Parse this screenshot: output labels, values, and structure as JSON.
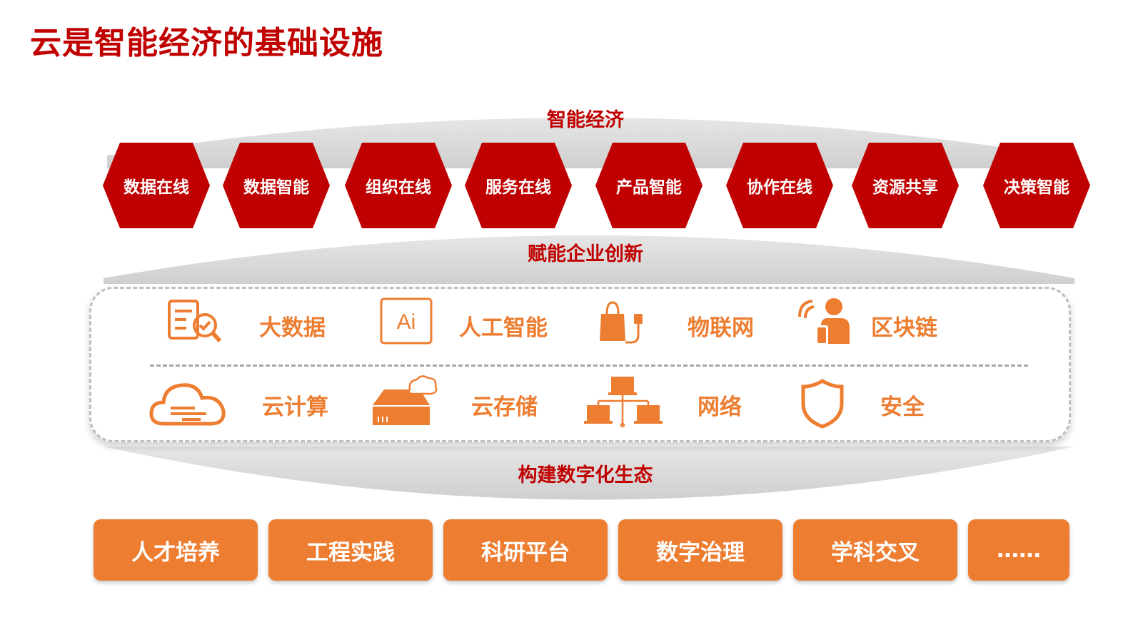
{
  "title": "云是智能经济的基础设施",
  "colors": {
    "primary_red": "#c00000",
    "accent_orange": "#ed7d31",
    "band_gray": "#d9d9d9"
  },
  "layers": {
    "top": "智能经济",
    "middle": "赋能企业创新",
    "bottom": "构建数字化生态"
  },
  "economy_items": [
    "数据在线",
    "数据智能",
    "组织在线",
    "服务在线",
    "产品智能",
    "协作在线",
    "资源共享",
    "决策智能"
  ],
  "technologies": [
    {
      "label": "大数据",
      "icon": "big-data-icon"
    },
    {
      "label": "人工智能",
      "icon": "ai-icon"
    },
    {
      "label": "物联网",
      "icon": "iot-icon"
    },
    {
      "label": "区块链",
      "icon": "blockchain-icon"
    },
    {
      "label": "云计算",
      "icon": "cloud-computing-icon"
    },
    {
      "label": "云存储",
      "icon": "cloud-storage-icon"
    },
    {
      "label": "网络",
      "icon": "network-icon"
    },
    {
      "label": "安全",
      "icon": "security-shield-icon"
    }
  ],
  "ai_icon_text": "Ai",
  "ecosystem_items": [
    "人才培养",
    "工程实践",
    "科研平台",
    "数字治理",
    "学科交叉",
    "……"
  ]
}
